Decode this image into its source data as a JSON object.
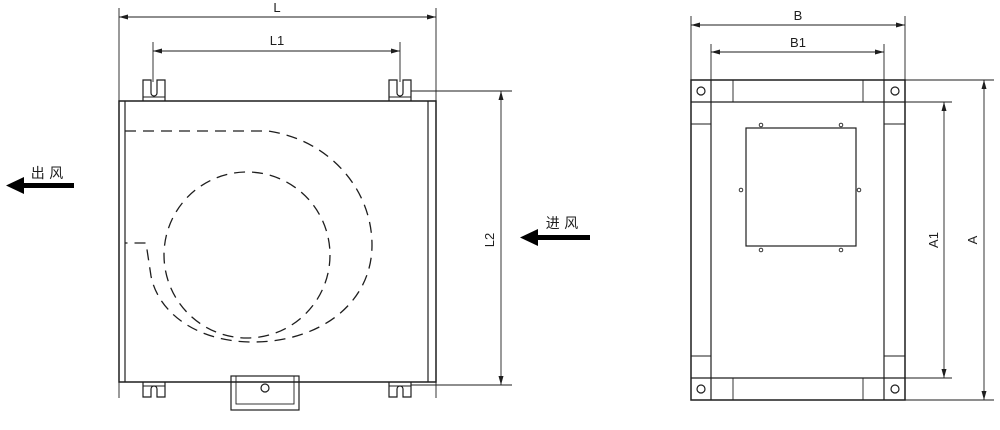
{
  "front_view": {
    "labels": {
      "L": "L",
      "L1": "L1",
      "L2": "L2"
    },
    "outlet_label": "出 风",
    "inlet_label": "进 风"
  },
  "side_view": {
    "labels": {
      "B": "B",
      "B1": "B1",
      "A": "A",
      "A1": "A1"
    }
  },
  "colors": {
    "line": "#1e1e1e",
    "background": "#ffffff"
  }
}
